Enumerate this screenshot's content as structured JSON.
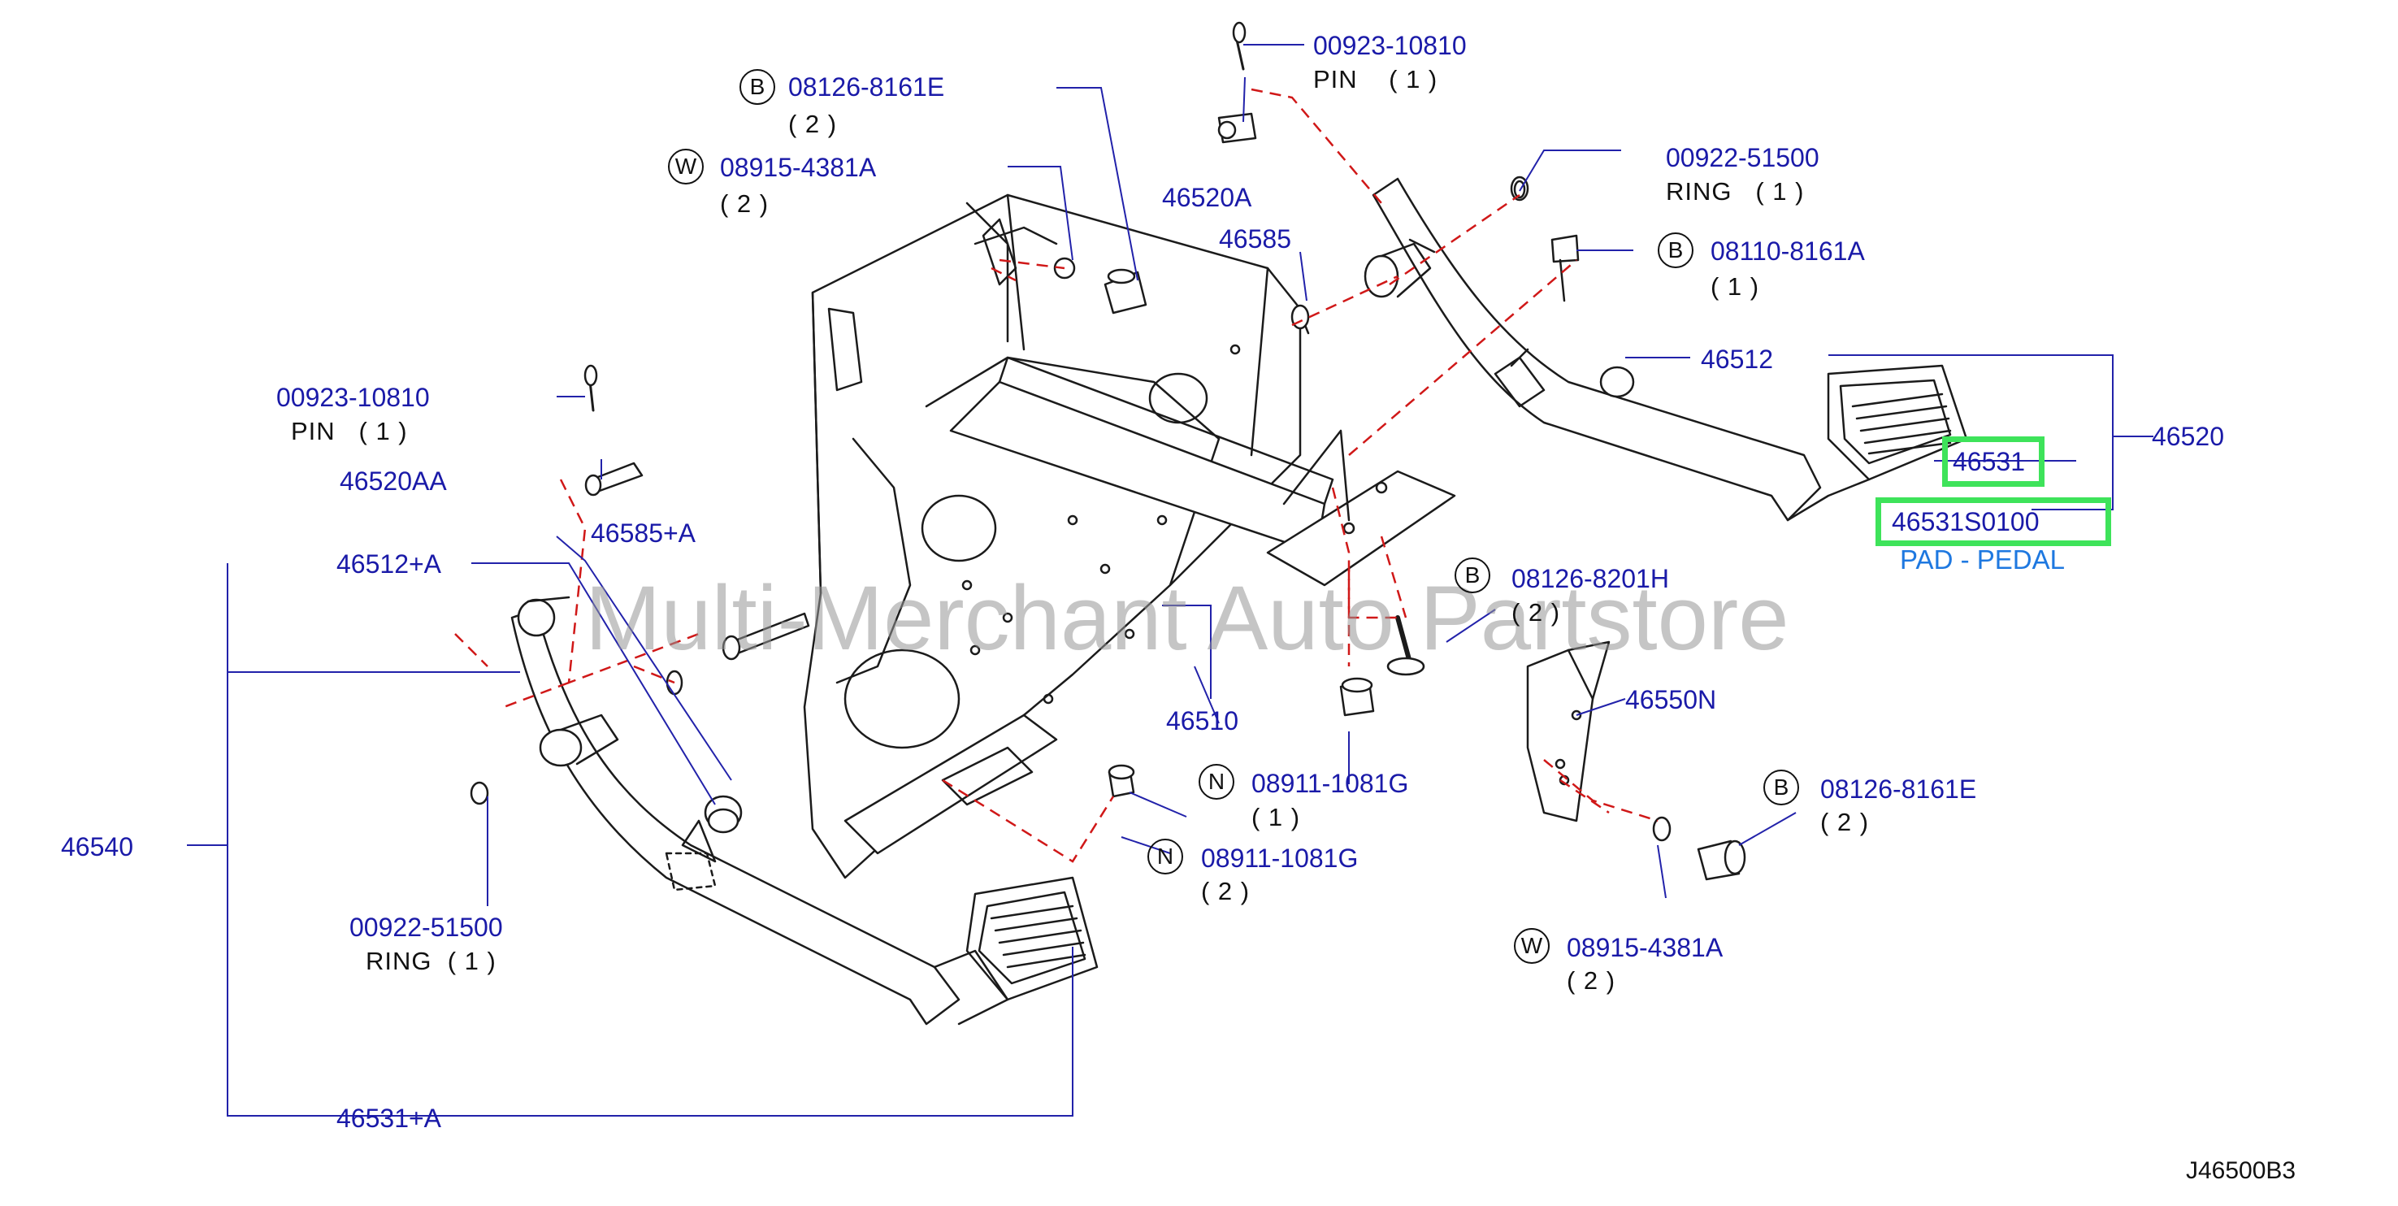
{
  "diagram_code": "J46500B3",
  "watermark": "Multi-Merchant Auto Partstore",
  "callouts": {
    "c_b1": {
      "prefix": "B",
      "part": "08126-8161E",
      "qty": "( 2 )"
    },
    "c_w1": {
      "prefix": "W",
      "part": "08915-4381A",
      "qty": "( 2 )"
    },
    "c_pin1": {
      "part": "00923-10810",
      "qty": "PIN    ( 1 )"
    },
    "c_46520a": {
      "part": "46520A"
    },
    "c_46585": {
      "part": "46585"
    },
    "c_ring1": {
      "part": "00922-51500",
      "qty": "RING   ( 1 )"
    },
    "c_b2": {
      "prefix": "B",
      "part": "08110-8161A",
      "qty": "( 1 )"
    },
    "c_46512": {
      "part": "46512"
    },
    "c_46520": {
      "part": "46520"
    },
    "c_46531": {
      "part": "46531"
    },
    "c_46531s": {
      "part": "46531S0100",
      "desc": "PAD - PEDAL"
    },
    "c_pin2": {
      "part": "00923-10810",
      "qty": "PIN   ( 1 )"
    },
    "c_46520aa": {
      "part": "46520AA"
    },
    "c_46585a": {
      "part": "46585+A"
    },
    "c_46512a": {
      "part": "46512+A"
    },
    "c_b3": {
      "prefix": "B",
      "part": "08126-8201H",
      "qty": "( 2 )"
    },
    "c_46510": {
      "part": "46510"
    },
    "c_46550n": {
      "part": "46550N"
    },
    "c_n1": {
      "prefix": "N",
      "part": "08911-1081G",
      "qty": "( 1 )"
    },
    "c_n2": {
      "prefix": "N",
      "part": "08911-1081G",
      "qty": "( 2 )"
    },
    "c_b4": {
      "prefix": "B",
      "part": "08126-8161E",
      "qty": "( 2 )"
    },
    "c_46540": {
      "part": "46540"
    },
    "c_ring2": {
      "part": "00922-51500",
      "qty": "RING  ( 1 )"
    },
    "c_w2": {
      "prefix": "W",
      "part": "08915-4381A",
      "qty": "( 2 )"
    },
    "c_46531a": {
      "part": "46531+A"
    }
  }
}
